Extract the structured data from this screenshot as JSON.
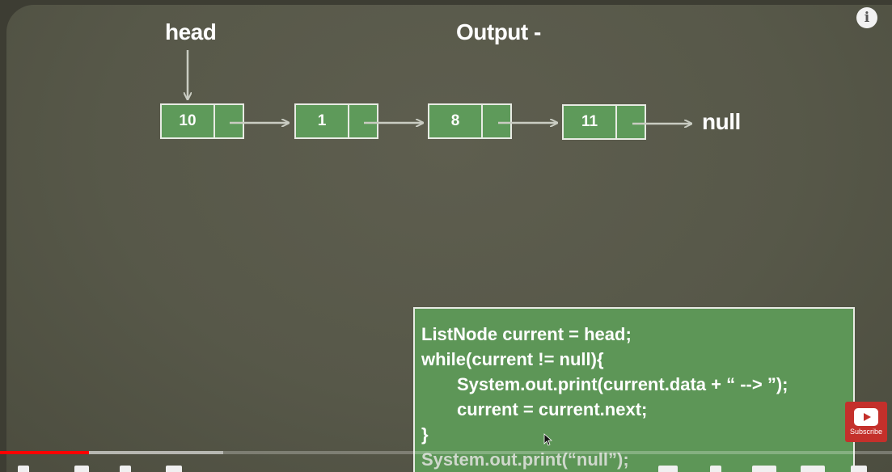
{
  "labels": {
    "head": "head",
    "output": "Output -",
    "null": "null"
  },
  "nodes": [
    {
      "value": "10"
    },
    {
      "value": "1"
    },
    {
      "value": "8"
    },
    {
      "value": "11"
    }
  ],
  "code": [
    "ListNode current = head;",
    "while(current != null){",
    "System.out.print(current.data + “ --> ”);",
    "current = current.next;",
    "}",
    "System.out.print(“null”);"
  ],
  "overlay": {
    "info_icon": "i",
    "subscribe_label": "Subscribe"
  },
  "player": {
    "played_fraction": 0.1,
    "buffered_fraction": 0.25
  },
  "colors": {
    "node_fill": "#5e9a5a",
    "code_fill": "#5d9657",
    "progress": "#ff0000",
    "subscribe": "#c4302b"
  }
}
